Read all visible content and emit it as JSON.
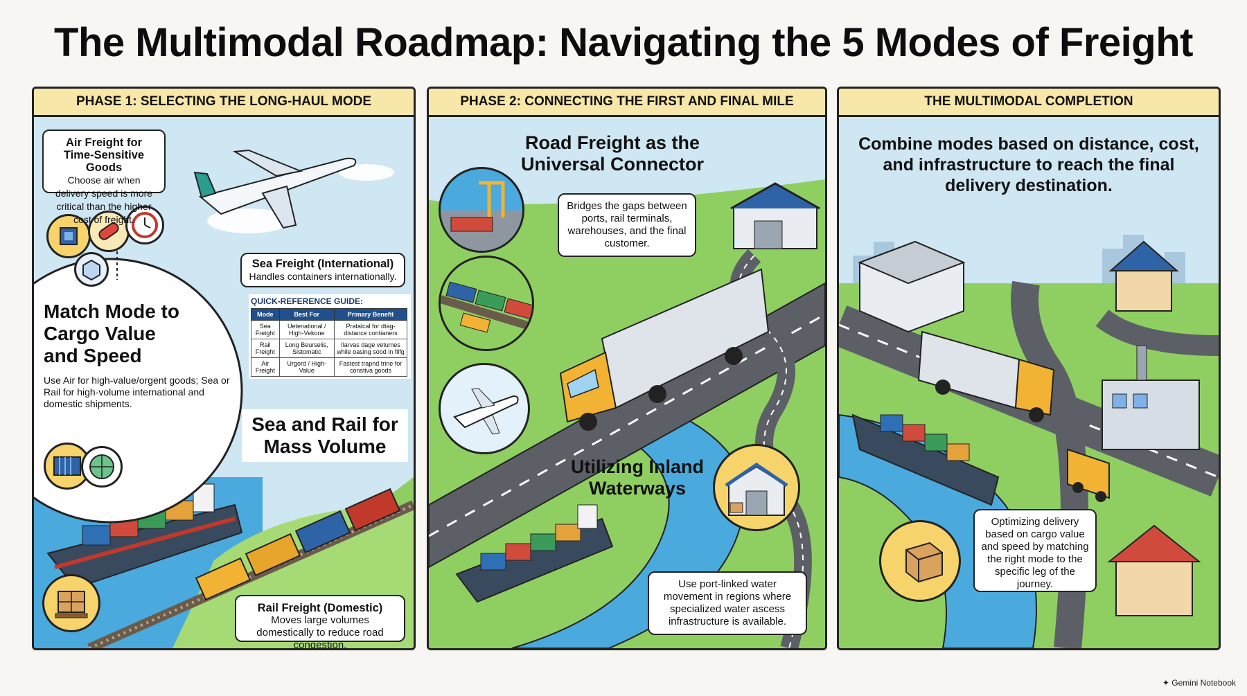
{
  "title": "The Multimodal Roadmap: Navigating the 5 Modes of Freight",
  "colors": {
    "header_bg": "#f7e7a8",
    "sky": "#cfe6f3",
    "grass": "#8fcf62",
    "water": "#4aa9dd",
    "road": "#5c6066",
    "table_head": "#1f4f8c"
  },
  "panel1": {
    "header": "PHASE 1: SELECTING THE LONG-HAUL MODE",
    "air": {
      "title": "Air Freight for Time-Sensitive Goods",
      "body": "Choose air when delivery speed is more critical than the higher cost of freight."
    },
    "sea": {
      "title": "Sea Freight (International)",
      "body": "Handles containers internationally."
    },
    "match": {
      "heading": "Match Mode to Cargo Value and Speed",
      "body": "Use Air for high-value/orgent goods; Sea or Rail for high-volume international and domestic shipments."
    },
    "guide": {
      "title": "QUICK-REFERENCE GUIDE:",
      "columns": [
        "Mode",
        "Best For",
        "Primary Benefit"
      ],
      "rows": [
        [
          "Sea Freight",
          "Uetenational / High-Vekone",
          "Pratalcal for dtag-distance contianers"
        ],
        [
          "Rail Freight",
          "Long Beurselis, Sistomatic",
          "Ilarvas dage vetumes while oasing sood in filfg"
        ],
        [
          "Air Freight",
          "Urgord / High-Value",
          "Fastest trapnd trine for constiva goods"
        ]
      ]
    },
    "sea_rail": "Sea and Rail for Mass Volume",
    "rail": {
      "title": "Rail Freight (Domestic)",
      "body": "Moves large volumes domestically to reduce road congestion."
    }
  },
  "panel2": {
    "header": "PHASE 2: CONNECTING THE FIRST AND FINAL MILE",
    "road_heading": "Road Freight as the Universal Connector",
    "bridge": "Bridges the gaps between ports, rail terminals, warehouses, and the final customer.",
    "inland_heading": "Utilizing Inland Waterways",
    "water": "Use port-linked water movement in regions where specialized water ascess infrastructure is available."
  },
  "panel3": {
    "header": "THE MULTIMODAL COMPLETION",
    "heading": "Combine modes based on distance, cost, and infrastructure to reach the final delivery destination.",
    "optimize": "Optimizing delivery based on cargo value and speed by matching the right mode to the specific leg of the journey."
  },
  "brand": "Gemini Notebook",
  "icons": [
    "airplane-icon",
    "chip-icon",
    "pill-icon",
    "clock-icon",
    "container-icon",
    "globe-icon",
    "pallet-icon",
    "cargo-ship-icon",
    "train-icon",
    "truck-icon",
    "warehouse-icon",
    "crane-icon",
    "house-icon",
    "factory-icon",
    "van-icon",
    "package-icon"
  ]
}
